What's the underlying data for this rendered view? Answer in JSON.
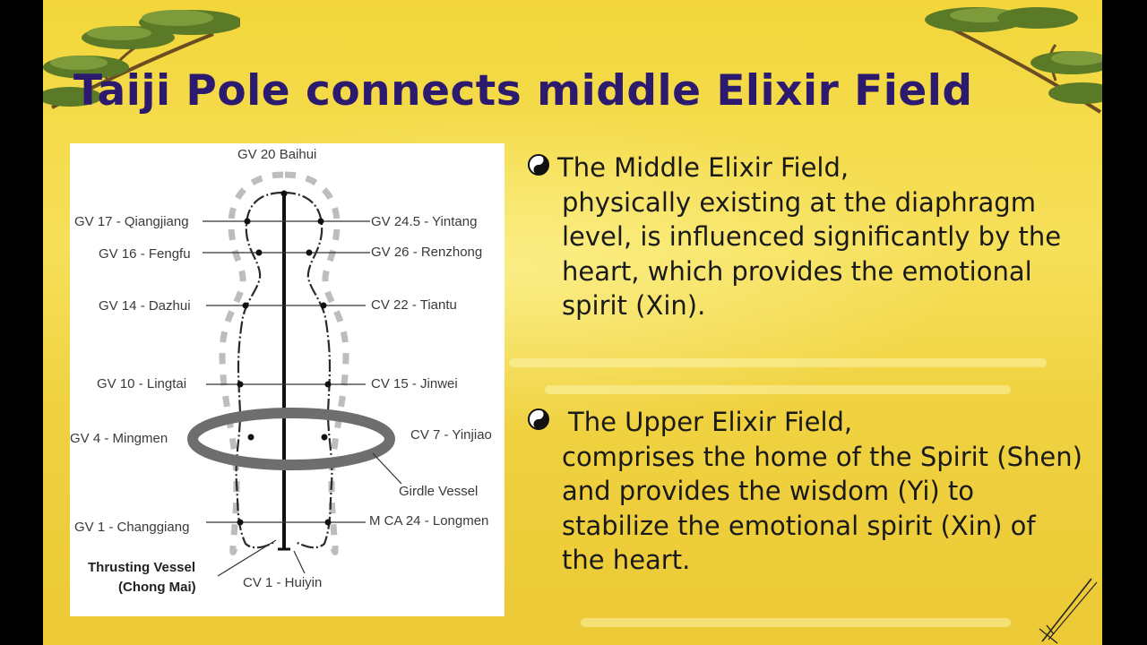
{
  "slide": {
    "title": "Taiji Pole connects middle Elixir Field"
  },
  "diagram": {
    "top_label": "GV 20 Baihui",
    "left_labels": [
      "GV 17 - Qiangjiang",
      "GV 16 - Fengfu",
      "GV 14 - Dazhui",
      "GV 10 - Lingtai",
      "GV 4 - Mingmen",
      "GV 1 - Changgiang"
    ],
    "right_labels": [
      "GV 24.5 - Yintang",
      "GV 26 - Renzhong",
      "CV 22 - Tiantu",
      "CV 15 - Jinwei",
      "CV 7 - Yinjiao",
      "Girdle Vessel",
      "M CA 24 - Longmen"
    ],
    "bottom_left_label_line1": "Thrusting Vessel",
    "bottom_left_label_line2": "(Chong Mai)",
    "bottom_label": "CV 1 - Huiyin"
  },
  "bullets": [
    {
      "icon": "yin-yang-icon",
      "line1": "The Middle Elixir Field,",
      "rest": "physically existing at the diaphragm level, is influenced significantly by the heart, which provides the emotional spirit (Xin)."
    },
    {
      "icon": "yin-yang-icon",
      "line1": "The Upper Elixir Field,",
      "rest": "comprises the home of the Spirit (Shen) and provides the wisdom (Yi) to stabilize the emotional spirit (Xin) of the heart."
    }
  ],
  "colors": {
    "title": "#2c1a6e",
    "background": "#f2d63a",
    "pine": "#5a7a28"
  }
}
